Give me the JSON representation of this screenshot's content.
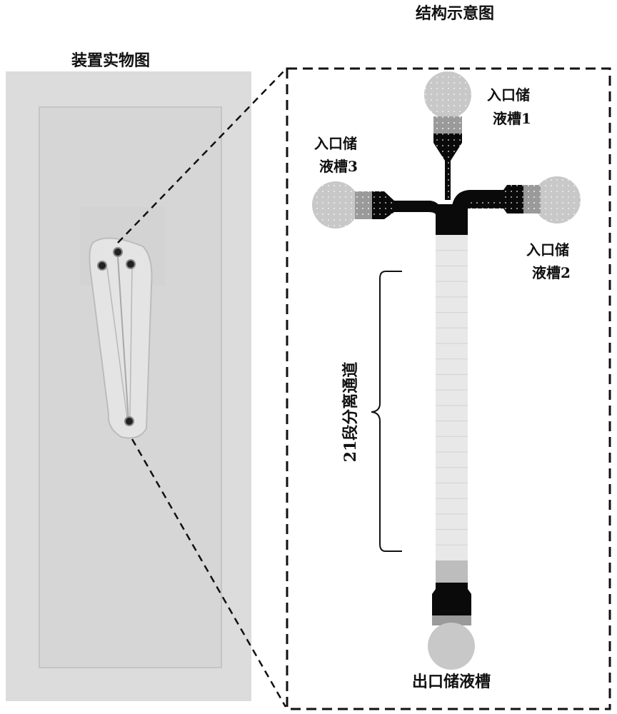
{
  "photo_title": "装置实物图",
  "schematic_title": "结构示意图",
  "labels": {
    "inlet1": [
      "入口储",
      "液槽1"
    ],
    "inlet2": [
      "入口储",
      "液槽2"
    ],
    "inlet3": [
      "入口储",
      "液槽3"
    ],
    "outlet": "出口储液槽",
    "channel": "21段分离通道"
  },
  "channel_segments": 21,
  "colors": {
    "reservoir": "#c8c8c8",
    "mid_gray": "#9a9a9a",
    "black": "#0a0a0a",
    "channel": "#e8e8e8",
    "photo_bg": "#dcdcdc"
  }
}
